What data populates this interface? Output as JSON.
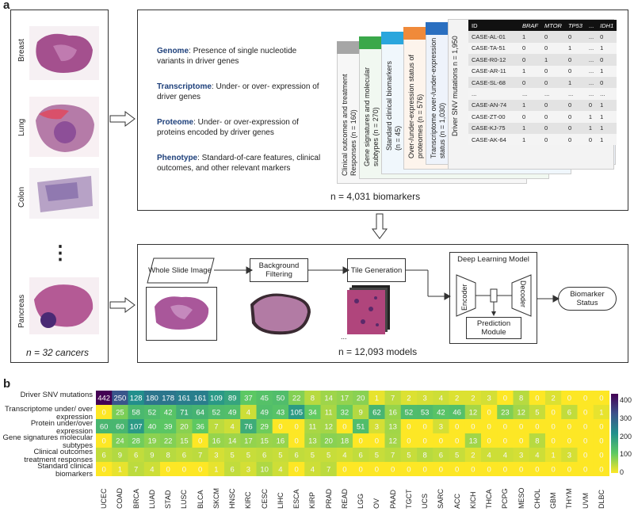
{
  "panel_a": {
    "letter": "a",
    "cancers": [
      "Breast",
      "Lung",
      "Colon",
      "Pancreas"
    ],
    "ellipsis": "⋮",
    "cancer_count": "n = 32 cancers",
    "omics": [
      {
        "name": "Genome",
        "desc": ": Presence of single nucleotide variants in driver genes"
      },
      {
        "name": "Transcriptome",
        "desc": ": Under- or over- expression of driver genes"
      },
      {
        "name": "Proteome",
        "desc": ": Under- or over-expression of proteins encoded by driver genes"
      },
      {
        "name": "Phenotype",
        "desc": ": Standard-of-care features, clinical outcomes, and other relevant markers"
      }
    ],
    "cards": [
      {
        "label": "Clinical outcomes and treatment Responses (n = 160)",
        "color": "#a6a6a6"
      },
      {
        "label": "Gene signatures and molecular subtypes (n = 270)",
        "color": "#3aa84a"
      },
      {
        "label": "Standard clinical biomarkers (n = 45)",
        "color": "#2aa6dd"
      },
      {
        "label": "Over-/under-expression status of proteomes (n = 576)",
        "color": "#f08a3a"
      },
      {
        "label": "Transcriptome over-/under-expression status (n = 1,030)",
        "color": "#2a6fc0"
      },
      {
        "label": "Driver SNV mutations n = 1,950",
        "color": "#a6a6a6"
      }
    ],
    "table": {
      "headers": [
        "ID",
        "BRAF",
        "MTOR",
        "TP53",
        "...",
        "IDH1"
      ],
      "rows": [
        [
          "CASE-AL-01",
          "1",
          "0",
          "0",
          "...",
          "0"
        ],
        [
          "CASE-TA-51",
          "0",
          "0",
          "1",
          "...",
          "1"
        ],
        [
          "CASE-R0-12",
          "0",
          "1",
          "0",
          "...",
          "0"
        ],
        [
          "CASE-AR-11",
          "1",
          "0",
          "0",
          "...",
          "1"
        ],
        [
          "CASE-SL-68",
          "0",
          "0",
          "1",
          "...",
          "0"
        ],
        [
          "...",
          "...",
          "...",
          "...",
          "...",
          "..."
        ],
        [
          "CASE-AN-74",
          "1",
          "0",
          "0",
          "0",
          "1"
        ],
        [
          "CASE-ZT-00",
          "0",
          "0",
          "0",
          "1",
          "1"
        ],
        [
          "CASE-KJ-75",
          "1",
          "0",
          "0",
          "1",
          "1"
        ],
        [
          "CASE-AK-64",
          "1",
          "0",
          "0",
          "0",
          "1"
        ]
      ]
    },
    "biomarker_count": "n = 4,031 biomarkers",
    "flow": {
      "wsi": "Whole Slide Image",
      "bg": "Background Filtering",
      "tile": "Tile Generation",
      "dl": "Deep Learning Model",
      "encoder": "Encoder",
      "decoder": "Decoder",
      "pred": "Prediction Module",
      "status": "Biomarker Status",
      "dots": "..."
    },
    "model_count": "n = 12,093 models"
  },
  "panel_b": {
    "letter": "b",
    "chart_data": {
      "type": "heatmap",
      "rows": [
        "Driver SNV mutations",
        "Transcriptome under/ over expression",
        "Protein under/over expression",
        "Gene signatures molecular subtypes",
        "Clinical outcomes treatment responses",
        "Standard clinical biomarkers"
      ],
      "columns": [
        "UCEC",
        "COAD",
        "BRCA",
        "LUAD",
        "STAD",
        "LUSC",
        "BLCA",
        "SKCM",
        "HNSC",
        "KIRC",
        "CESC",
        "LIHC",
        "ESCA",
        "KIRP",
        "PRAD",
        "READ",
        "LGG",
        "OV",
        "PAAD",
        "TGCT",
        "UCS",
        "SARC",
        "ACC",
        "KICH",
        "THCA",
        "PCPG",
        "MESO",
        "CHOL",
        "GBM",
        "THYM",
        "UVM",
        "DLBC"
      ],
      "values": [
        [
          442,
          250,
          128,
          180,
          178,
          161,
          161,
          109,
          89,
          37,
          45,
          50,
          22,
          8,
          14,
          17,
          20,
          1,
          7,
          2,
          3,
          4,
          2,
          2,
          3,
          0,
          8,
          0,
          2,
          0,
          0,
          0
        ],
        [
          0,
          25,
          58,
          52,
          42,
          71,
          64,
          52,
          49,
          4,
          49,
          43,
          105,
          34,
          11,
          32,
          9,
          62,
          16,
          52,
          53,
          42,
          46,
          12,
          0,
          23,
          12,
          5,
          0,
          6,
          0,
          1
        ],
        [
          60,
          60,
          107,
          40,
          39,
          20,
          36,
          7,
          4,
          76,
          29,
          0,
          0,
          11,
          12,
          0,
          51,
          3,
          13,
          0,
          0,
          3,
          0,
          0,
          0,
          0,
          0,
          0,
          0,
          0,
          0,
          0
        ],
        [
          0,
          24,
          28,
          19,
          22,
          15,
          0,
          16,
          14,
          17,
          15,
          16,
          0,
          13,
          20,
          18,
          0,
          0,
          12,
          0,
          0,
          0,
          0,
          13,
          0,
          0,
          0,
          8,
          0,
          0,
          0,
          0
        ],
        [
          6,
          9,
          6,
          9,
          8,
          6,
          7,
          3,
          5,
          5,
          6,
          5,
          6,
          5,
          5,
          4,
          6,
          5,
          7,
          5,
          8,
          6,
          5,
          2,
          4,
          4,
          3,
          4,
          1,
          3,
          0,
          0
        ],
        [
          0,
          1,
          7,
          4,
          0,
          0,
          0,
          1,
          6,
          3,
          10,
          4,
          0,
          4,
          7,
          0,
          0,
          0,
          0,
          0,
          0,
          0,
          0,
          0,
          0,
          0,
          0,
          0,
          0,
          0,
          0,
          0
        ]
      ],
      "colorbar": {
        "range": [
          0,
          440
        ],
        "ticks": [
          0,
          100,
          200,
          300,
          400
        ]
      }
    }
  }
}
